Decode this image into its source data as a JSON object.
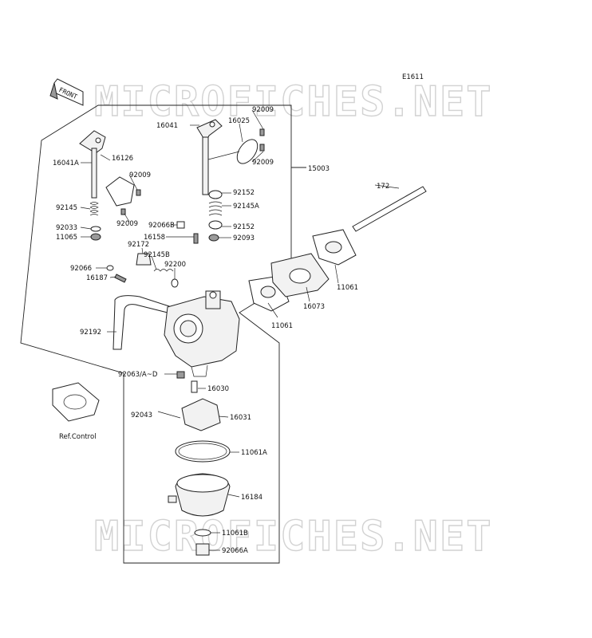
{
  "diagram": {
    "code": "E1611",
    "front_label": "FRONT",
    "ref_label": "Ref.Control",
    "watermark": "MICROFICHES.NET"
  },
  "parts": [
    {
      "id": "p92009a",
      "label": "92009"
    },
    {
      "id": "p16041",
      "label": "16041"
    },
    {
      "id": "p16025",
      "label": "16025"
    },
    {
      "id": "p92009b",
      "label": "92009"
    },
    {
      "id": "p15003",
      "label": "15003"
    },
    {
      "id": "p16041A",
      "label": "16041A"
    },
    {
      "id": "p16126",
      "label": "16126"
    },
    {
      "id": "p92009c",
      "label": "92009"
    },
    {
      "id": "p92009d",
      "label": "92009"
    },
    {
      "id": "p92145",
      "label": "92145"
    },
    {
      "id": "p92033",
      "label": "92033"
    },
    {
      "id": "p11065",
      "label": "11065"
    },
    {
      "id": "p92152a",
      "label": "92152"
    },
    {
      "id": "p92145A",
      "label": "92145A"
    },
    {
      "id": "p92066B",
      "label": "92066B"
    },
    {
      "id": "p92152b",
      "label": "92152"
    },
    {
      "id": "p16158",
      "label": "16158"
    },
    {
      "id": "p92093",
      "label": "92093"
    },
    {
      "id": "p172",
      "label": "172"
    },
    {
      "id": "p92172",
      "label": "92172"
    },
    {
      "id": "p92145B",
      "label": "92145B"
    },
    {
      "id": "p92200",
      "label": "92200"
    },
    {
      "id": "p92066",
      "label": "92066"
    },
    {
      "id": "p16187",
      "label": "16187"
    },
    {
      "id": "p11061a",
      "label": "11061"
    },
    {
      "id": "p16073",
      "label": "16073"
    },
    {
      "id": "p11061b",
      "label": "11061"
    },
    {
      "id": "p92192",
      "label": "92192"
    },
    {
      "id": "p92063",
      "label": "92063/A~D"
    },
    {
      "id": "p16030",
      "label": "16030"
    },
    {
      "id": "p92043",
      "label": "92043"
    },
    {
      "id": "p16031",
      "label": "16031"
    },
    {
      "id": "p11061A",
      "label": "11061A"
    },
    {
      "id": "p16184",
      "label": "16184"
    },
    {
      "id": "p11061B",
      "label": "11061B"
    },
    {
      "id": "p92066A",
      "label": "92066A"
    }
  ]
}
